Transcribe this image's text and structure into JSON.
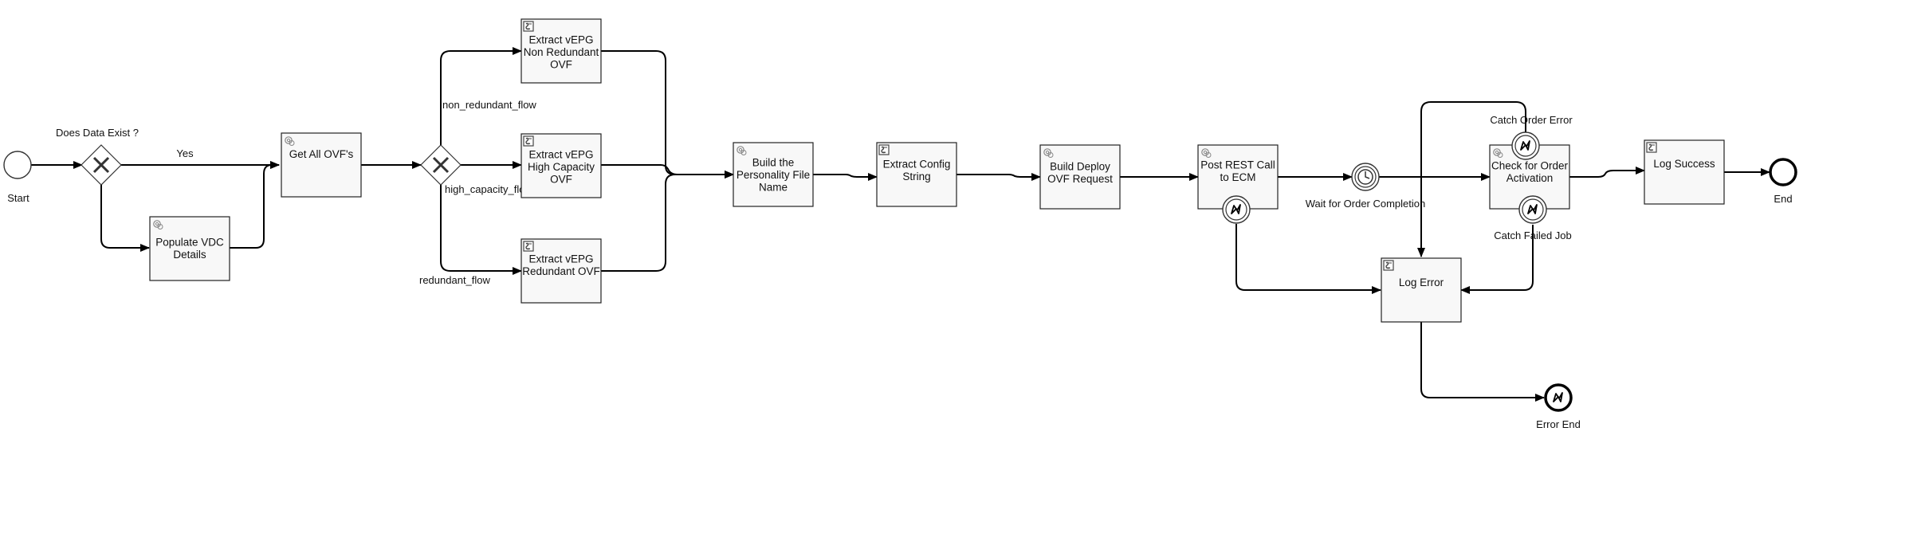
{
  "diagram": {
    "start_label": "Start",
    "end_label": "End",
    "gateway1_label": "Does Data Exist ?",
    "yes_label": "Yes",
    "non_redundant_label": "non_redundant_flow",
    "high_capacity_label": "high_capacity_flow",
    "redundant_label": "redundant_flow",
    "tasks": {
      "populate_vdc": [
        "Populate VDC",
        "Details"
      ],
      "get_all_ovfs": [
        "Get All OVF's"
      ],
      "extract_non_redundant": [
        "Extract vEPG",
        "Non Redundant",
        "OVF"
      ],
      "extract_high_capacity": [
        "Extract vEPG",
        "High Capacity",
        "OVF"
      ],
      "extract_redundant": [
        "Extract vEPG",
        "Redundant OVF"
      ],
      "build_personality": [
        "Build the",
        "Personality File",
        "Name"
      ],
      "extract_config": [
        "Extract Config",
        "String"
      ],
      "build_deploy": [
        "Build Deploy",
        "OVF Request"
      ],
      "post_rest": [
        "Post REST Call",
        "to ECM"
      ],
      "check_order": [
        "Check for Order",
        "Activation"
      ],
      "log_success": [
        "Log Success"
      ],
      "log_error": [
        "Log Error"
      ]
    },
    "wait_label": "Wait for Order Completion",
    "catch_order_error_label": "Catch Order Error",
    "catch_failed_job_label": "Catch Failed Job",
    "error_end_label": "Error End"
  }
}
